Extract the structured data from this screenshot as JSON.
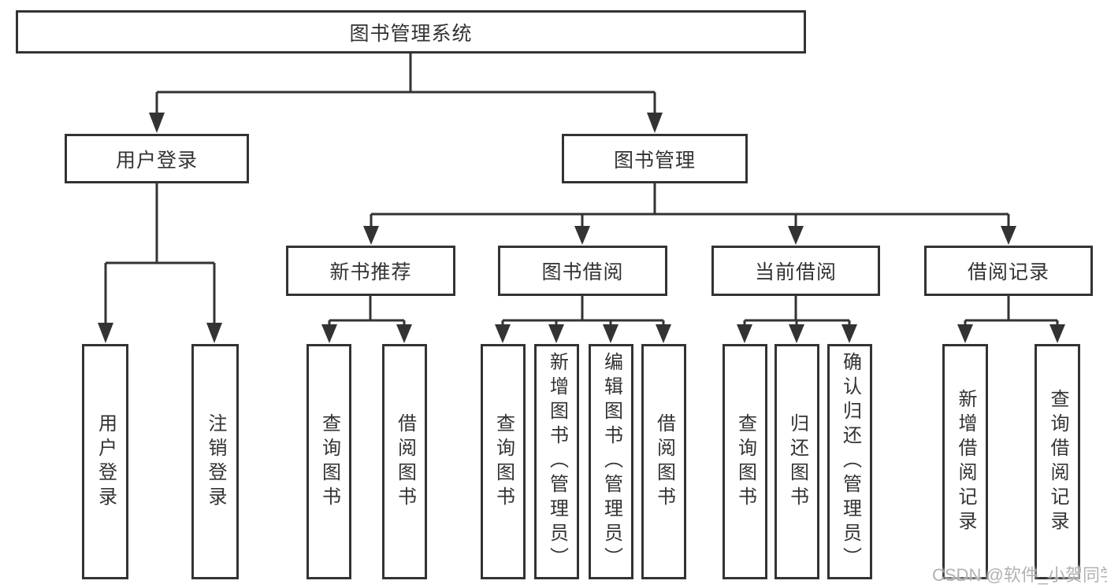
{
  "tree": {
    "root": {
      "label": "图书管理系统"
    },
    "branches": [
      {
        "label": "用户登录",
        "children": [
          {
            "label": "用户登录"
          },
          {
            "label": "注销登录"
          }
        ]
      },
      {
        "label": "图书管理",
        "children": [
          {
            "label": "新书推荐",
            "children": [
              {
                "label": "查询图书"
              },
              {
                "label": "借阅图书"
              }
            ]
          },
          {
            "label": "图书借阅",
            "children": [
              {
                "label": "查询图书"
              },
              {
                "label": "新增图书（管理员）"
              },
              {
                "label": "编辑图书（管理员）"
              },
              {
                "label": "借阅图书"
              }
            ]
          },
          {
            "label": "当前借阅",
            "children": [
              {
                "label": "查询图书"
              },
              {
                "label": "归还图书"
              },
              {
                "label": "确认归还（管理员）"
              }
            ]
          },
          {
            "label": "借阅记录",
            "children": [
              {
                "label": "新增借阅记录"
              },
              {
                "label": "查询借阅记录"
              }
            ]
          }
        ]
      }
    ]
  },
  "watermark": "CSDN @软件_小贺同学",
  "colors": {
    "line": "#333333",
    "text": "#333333",
    "watermark": "#ababab",
    "background": "#ffffff"
  }
}
